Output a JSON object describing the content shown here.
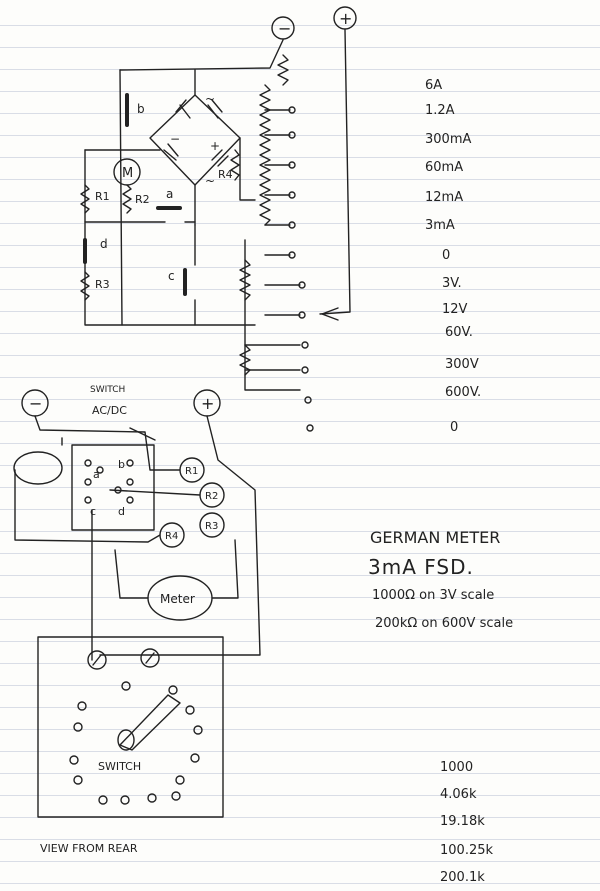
{
  "schematic": {
    "polarity_minus": "−",
    "polarity_plus": "+",
    "meter_label": "M",
    "resistors": [
      "R1",
      "R2",
      "R3",
      "R4"
    ],
    "contacts": [
      "a",
      "b",
      "c",
      "d"
    ],
    "bridge_ac": "~",
    "bridge_minus": "−",
    "bridge_plus": "+"
  },
  "ranges": [
    "6A",
    "1.2A",
    "300mA",
    "60mA",
    "12mA",
    "3mA",
    "0",
    "3V.",
    "12V",
    "60V.",
    "300V",
    "600V.",
    "0"
  ],
  "wiring": {
    "switch_title_1": "SWITCH",
    "switch_title_2": "AC/DC",
    "minus": "−",
    "plus": "+",
    "meter": "Meter",
    "r_labels": [
      "R1",
      "R2",
      "R3",
      "R4"
    ],
    "contacts": [
      "a",
      "b",
      "c",
      "d"
    ]
  },
  "notes": {
    "line1": "GERMAN METER",
    "line2": "3mA FSD.",
    "line3": "1000Ω on 3V scale",
    "line4": "200kΩ on 600V scale"
  },
  "rear": {
    "switch_label": "SWITCH",
    "caption": "VIEW FROM REAR"
  },
  "values": [
    "1000",
    "4.06k",
    "19.18k",
    "100.25k",
    "200.1k"
  ]
}
